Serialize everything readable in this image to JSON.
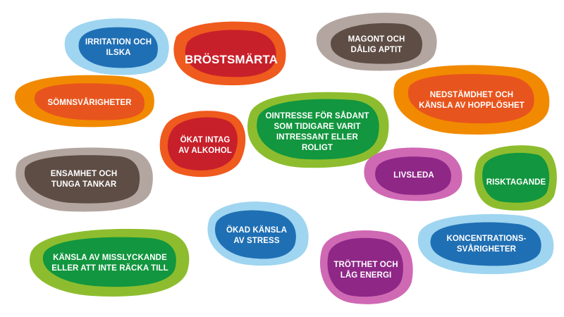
{
  "colors": {
    "blue_outer": "#9fd5f0",
    "blue_inner": "#1f6fb4",
    "red_outer": "#ef5a1e",
    "red_inner": "#c8202a",
    "orange_outer": "#f18a00",
    "orange_inner": "#e8541d",
    "brown_outer": "#b3a6a0",
    "brown_inner": "#5e4d45",
    "green_outer": "#8dbd2e",
    "green_inner": "#12963f",
    "purple_outer": "#cf69b4",
    "purple_inner": "#8e2786"
  },
  "items": [
    {
      "text": "Irritation och\nilska"
    },
    {
      "text": "Bröstsmärta"
    },
    {
      "text": "Magont och\ndålig aptit"
    },
    {
      "text": "Sömnsvårigheter"
    },
    {
      "text": "Nedstämdhet och\nkänsla av hopplöshet"
    },
    {
      "text": "Ointresse för sådant\nsom tidigare varit\nintressant eller\nroligt"
    },
    {
      "text": "Ökat intag\nav alkohol"
    },
    {
      "text": "Ensamhet och\ntunga tankar"
    },
    {
      "text": "Livsleda"
    },
    {
      "text": "Risktagande"
    },
    {
      "text": "Ökad känsla\nav stress"
    },
    {
      "text": "Koncentrations-\nsvårigheter"
    },
    {
      "text": "Känsla av misslyckande\neller att inte räcka till"
    },
    {
      "text": "Trötthet och\nlåg energi"
    }
  ]
}
